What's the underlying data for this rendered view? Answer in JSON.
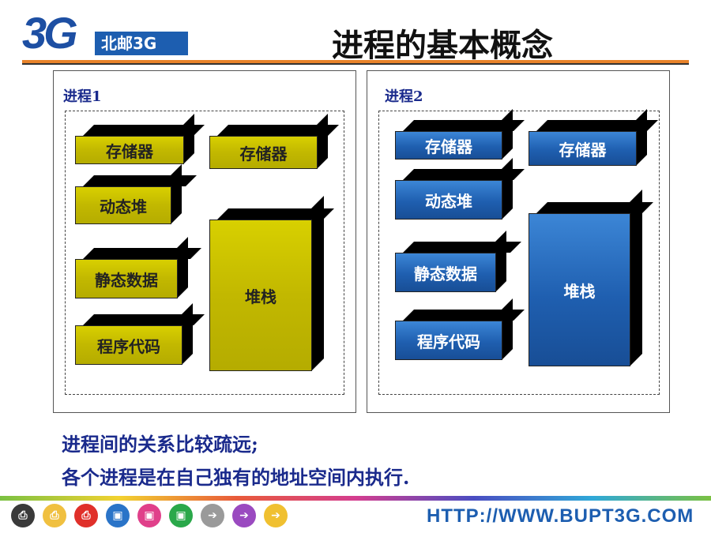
{
  "header": {
    "logo_mark": "3G",
    "logo_text": "北邮3G",
    "title": "进程的基本概念"
  },
  "process1": {
    "label": "进程1",
    "blocks": {
      "storage_a": "存储器",
      "storage_b": "存储器",
      "heap": "动态堆",
      "static_data": "静态数据",
      "stack": "堆栈",
      "code": "程序代码"
    }
  },
  "process2": {
    "label": "进程2",
    "blocks": {
      "storage_a": "存储器",
      "storage_b": "存储器",
      "heap": "动态堆",
      "static_data": "静态数据",
      "stack": "堆栈",
      "code": "程序代码"
    }
  },
  "body": {
    "line1": "进程间的关系比较疏远;",
    "line2": "各个进程是在自己独有的地址空间内执行."
  },
  "footer": {
    "url": "HTTP://WWW.BUPT3G.COM",
    "icons": [
      {
        "name": "print-icon",
        "glyph": "⎙",
        "color": "#3a3a3a"
      },
      {
        "name": "print-icon-yellow",
        "glyph": "⎙",
        "color": "#f0c040"
      },
      {
        "name": "print-icon-red",
        "glyph": "⎙",
        "color": "#e0302a"
      },
      {
        "name": "window-icon-blue",
        "glyph": "▣",
        "color": "#2a74c8"
      },
      {
        "name": "window-icon-pink",
        "glyph": "▣",
        "color": "#e0408a"
      },
      {
        "name": "window-icon-green",
        "glyph": "▣",
        "color": "#2aa84a"
      },
      {
        "name": "arrow-right-icon-gray",
        "glyph": "➔",
        "color": "#9a9a9a"
      },
      {
        "name": "arrow-right-icon-purple",
        "glyph": "➔",
        "color": "#9a4ac0"
      },
      {
        "name": "arrow-right-icon-yellow",
        "glyph": "➔",
        "color": "#f0c030"
      }
    ]
  },
  "colors": {
    "yellow_block": "#c2b800",
    "blue_block": "#1f5fb0",
    "label_text": "#1a2a8c",
    "accent_orange": "#e8832a"
  }
}
